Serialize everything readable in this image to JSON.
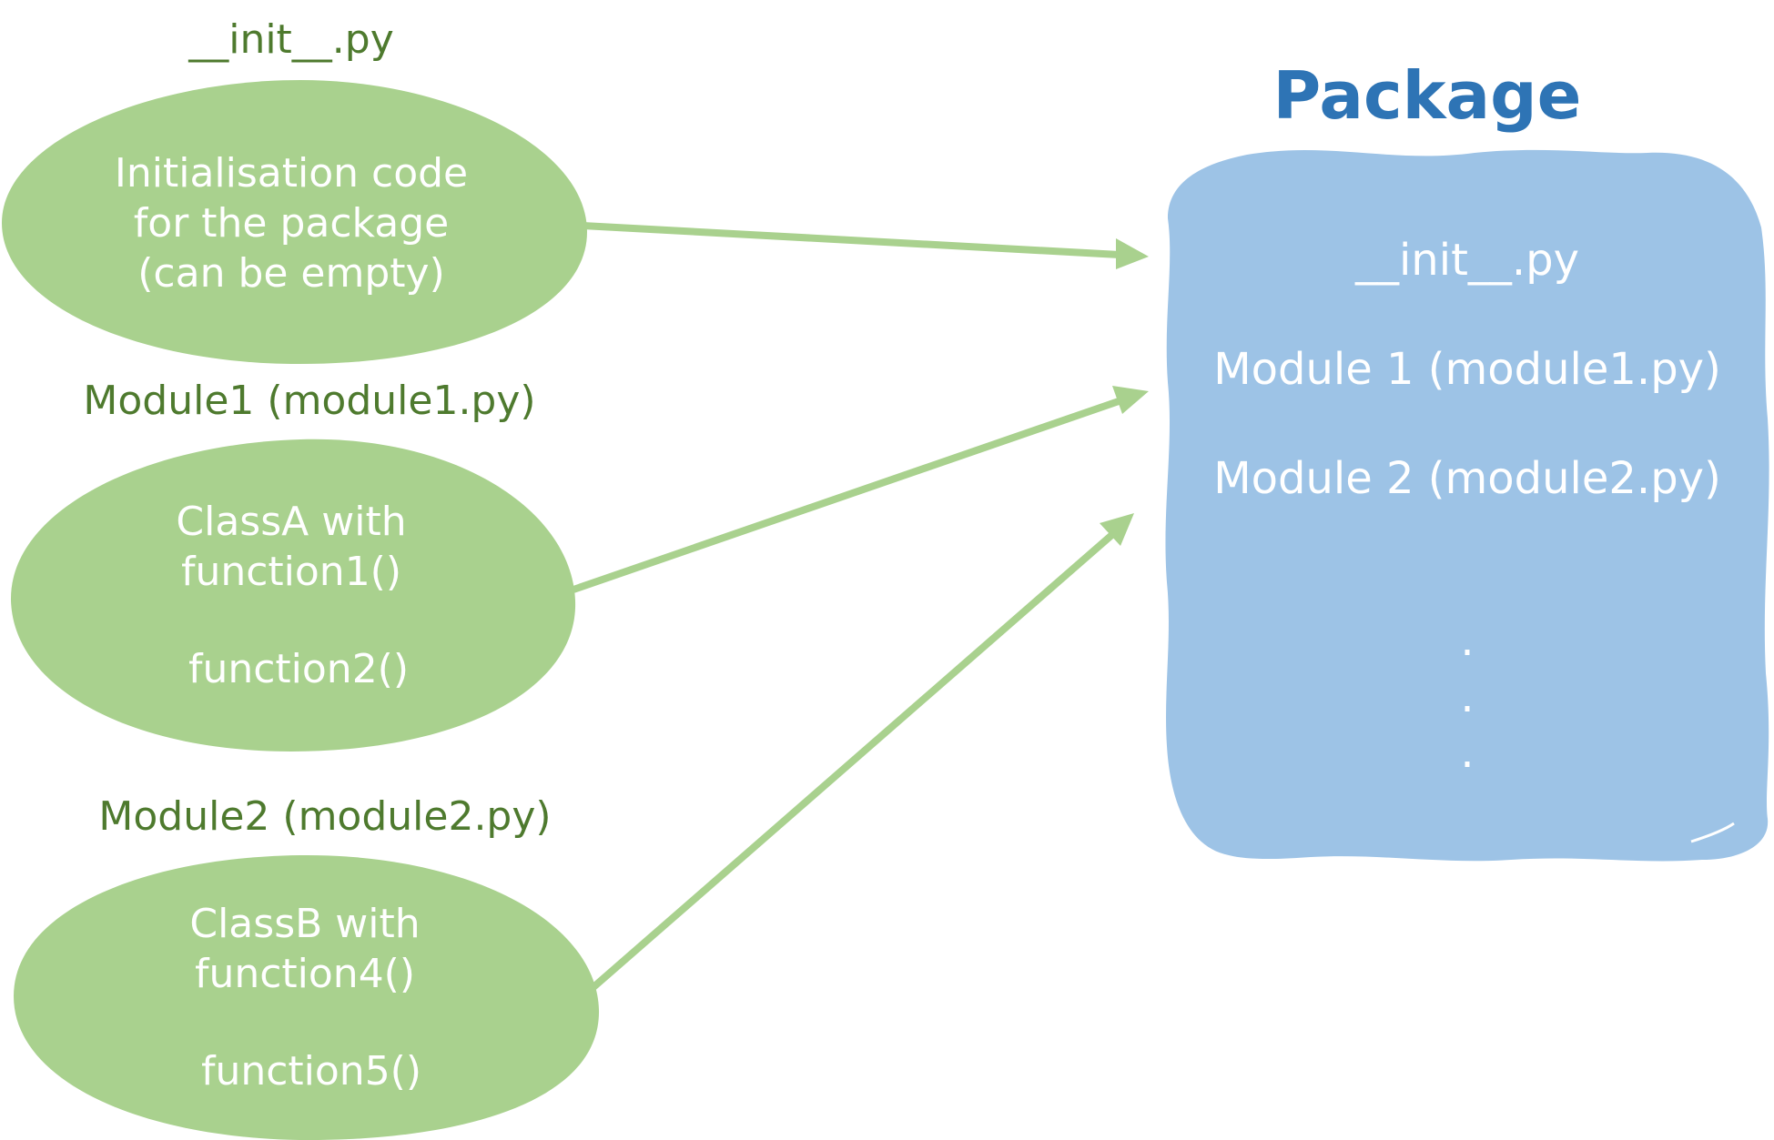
{
  "colors": {
    "module_fill": "#a9d18e",
    "package_fill": "#9dc3e6",
    "module_title": "#4e7a2e",
    "package_title": "#2e74b5",
    "inner_text": "#ffffff"
  },
  "init_module": {
    "title": "__init__.py",
    "lines": [
      "Initialisation code",
      "for the package",
      "(can be empty)"
    ]
  },
  "module1": {
    "title": "Module1 (module1.py)",
    "lines": [
      "ClassA with",
      "function1()",
      "",
      "function2()"
    ]
  },
  "module2": {
    "title": "Module2 (module2.py)",
    "lines": [
      "ClassB with",
      "function4()",
      "",
      "function5()"
    ]
  },
  "package": {
    "title": "Package",
    "items": [
      "__init__.py",
      "Module 1 (module1.py)",
      "Module 2 (module2.py)"
    ],
    "ellipsis": [
      ".",
      ".",
      "."
    ]
  }
}
